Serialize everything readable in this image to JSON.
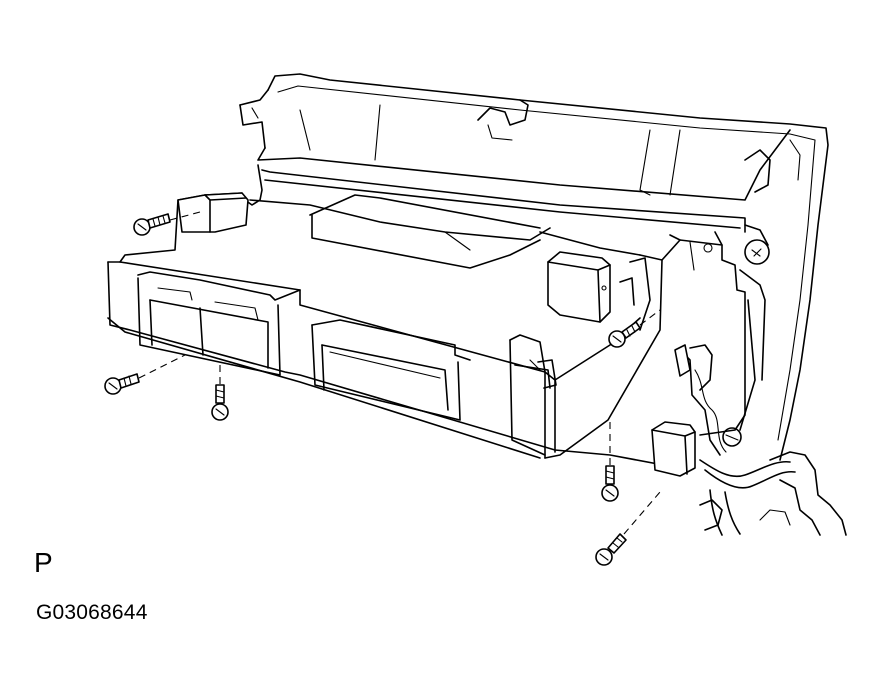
{
  "figure": {
    "view_label": "P",
    "figure_id": "G03068644"
  },
  "parts": {
    "rear_bezel": "bezel-outline",
    "control_unit": "control-unit-assembly",
    "screw_count": 7,
    "connectors": [
      "left-connector-block",
      "center-connector-block"
    ]
  },
  "colors": {
    "line": "#000000",
    "background": "#ffffff"
  }
}
